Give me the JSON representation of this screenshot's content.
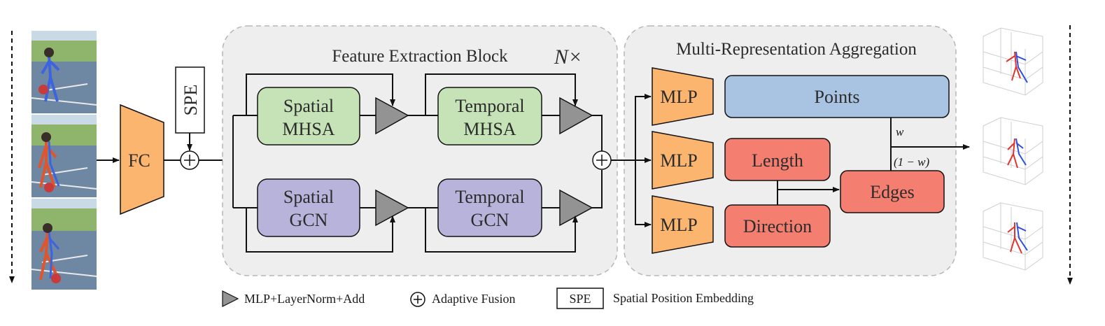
{
  "blocks": {
    "fc": "FC",
    "spe": "SPE",
    "feature_block_title": "Feature Extraction Block",
    "repeat": "N×",
    "spatial_mhsa": [
      "Spatial",
      "MHSA"
    ],
    "temporal_mhsa": [
      "Temporal",
      "MHSA"
    ],
    "spatial_gcn": [
      "Spatial",
      "GCN"
    ],
    "temporal_gcn": [
      "Temporal",
      "GCN"
    ],
    "aggregation_title": "Multi-Representation  Aggregation",
    "mlp": "MLP",
    "points": "Points",
    "length": "Length",
    "direction": "Direction",
    "edges": "Edges",
    "weight": "w",
    "weight_complement": "(1 − w)"
  },
  "legend": {
    "triangle": "MLP+LayerNorm+Add",
    "fusion": "Adaptive Fusion",
    "spe_box": "SPE",
    "spe_desc": "Spatial Position Embedding"
  },
  "colors": {
    "orange": "#fbb56f",
    "green": "#c6e3b7",
    "purple": "#b8b3da",
    "blue": "#a9c3e2",
    "red": "#f47e70",
    "triangle": "#939393",
    "panel": "#eeeeee"
  }
}
